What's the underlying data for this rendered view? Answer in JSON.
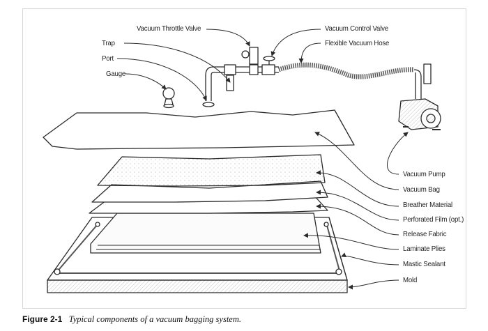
{
  "figure": {
    "number": "Figure 2-1",
    "caption": "Typical components of a vacuum bagging system."
  },
  "labels": {
    "vacuum_throttle_valve": "Vacuum Throttle Valve",
    "vacuum_control_valve": "Vacuum Control Valve",
    "flexible_vacuum_hose": "Flexible Vacuum Hose",
    "trap": "Trap",
    "port": "Port",
    "gauge": "Gauge",
    "vacuum_pump": "Vacuum Pump",
    "vacuum_bag": "Vacuum Bag",
    "breather_material": "Breather Material",
    "perforated_film": "Perforated Film (opt.)",
    "release_fabric": "Release Fabric",
    "laminate_plies": "Laminate Plies",
    "mastic_sealant": "Mastic Sealant",
    "mold": "Mold"
  },
  "colors": {
    "ink": "#2a2a2a",
    "frame": "#d6d6d6"
  }
}
